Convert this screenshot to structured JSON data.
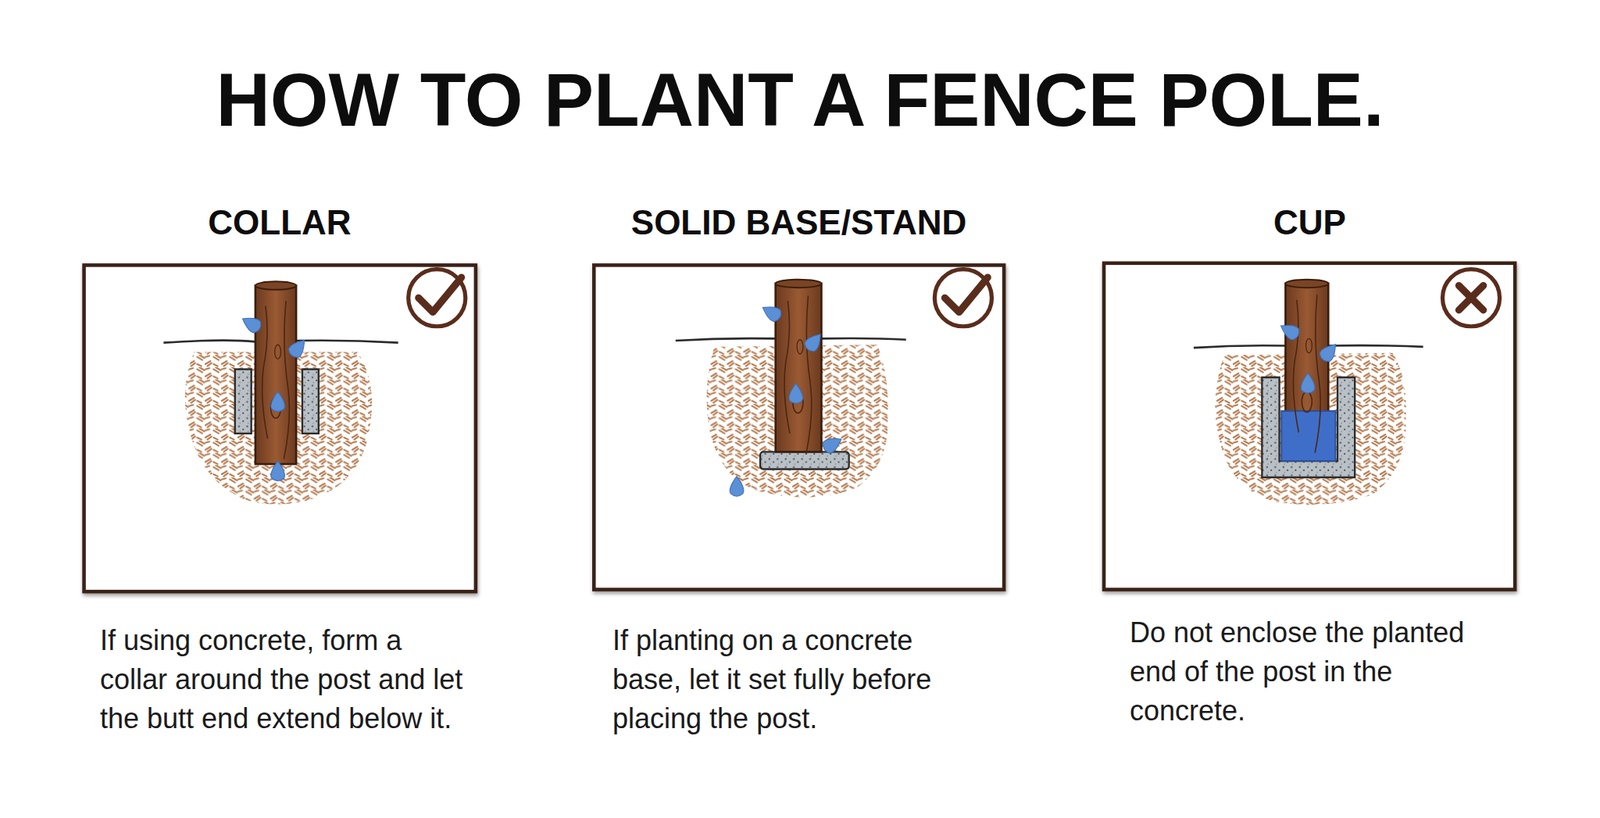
{
  "diagram": {
    "title": "HOW TO PLANT A FENCE POLE.",
    "nodes": [
      {
        "text": [
          "COLLAR",
          "If using concrete, form a collar around the post and let the butt end extend below it."
        ]
      },
      {
        "text": [
          "SOLID BASE/STAND",
          "If planting on a concrete base, let it set fully before placing the post."
        ]
      },
      {
        "text": [
          "CUP",
          "Do not enclose the planted end of the post in the concrete."
        ]
      }
    ]
  }
}
